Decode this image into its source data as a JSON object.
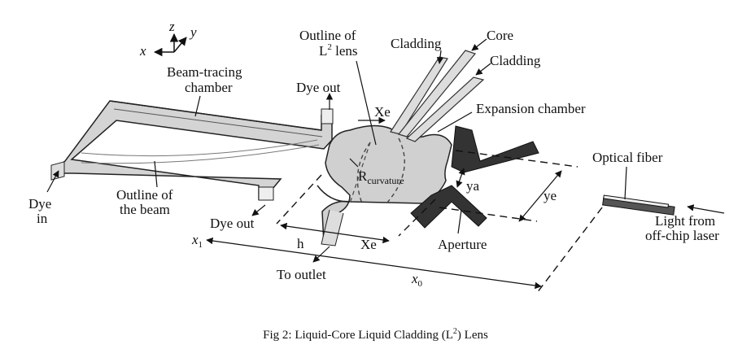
{
  "diagram": {
    "axes": {
      "x": "x",
      "y": "y",
      "z": "z"
    },
    "labels": {
      "beam_tracing_chamber_1": "Beam-tracing",
      "beam_tracing_chamber_2": "chamber",
      "outline_l2_1": "Outline of",
      "outline_l2_2a": "L",
      "outline_l2_2sup": "2",
      "outline_l2_2b": " lens",
      "cladding_top": "Cladding",
      "core": "Core",
      "cladding_right": "Cladding",
      "dye_out_top": "Dye out",
      "xe_top": "Xe",
      "expansion_chamber": "Expansion chamber",
      "optical_fiber": "Optical fiber",
      "r_curvature_main": "R",
      "r_curvature_sub": "curvature",
      "ya": "ya",
      "ye": "ye",
      "dye_in_1": "Dye",
      "dye_in_2": "in",
      "outline_beam_1": "Outline of",
      "outline_beam_2": "the beam",
      "dye_out_bottom": "Dye out",
      "x1_main": "x",
      "x1_sub": "1",
      "h": "h",
      "xe_bottom": "Xe",
      "aperture": "Aperture",
      "light_1": "Light from",
      "light_2": "off-chip laser",
      "to_outlet": "To outlet",
      "x0_main": "x",
      "x0_sub": "0"
    },
    "caption": {
      "prefix": "Fig 2: Liquid-Core Liquid Cladding (L",
      "sup": "2",
      "suffix": ") Lens"
    }
  }
}
